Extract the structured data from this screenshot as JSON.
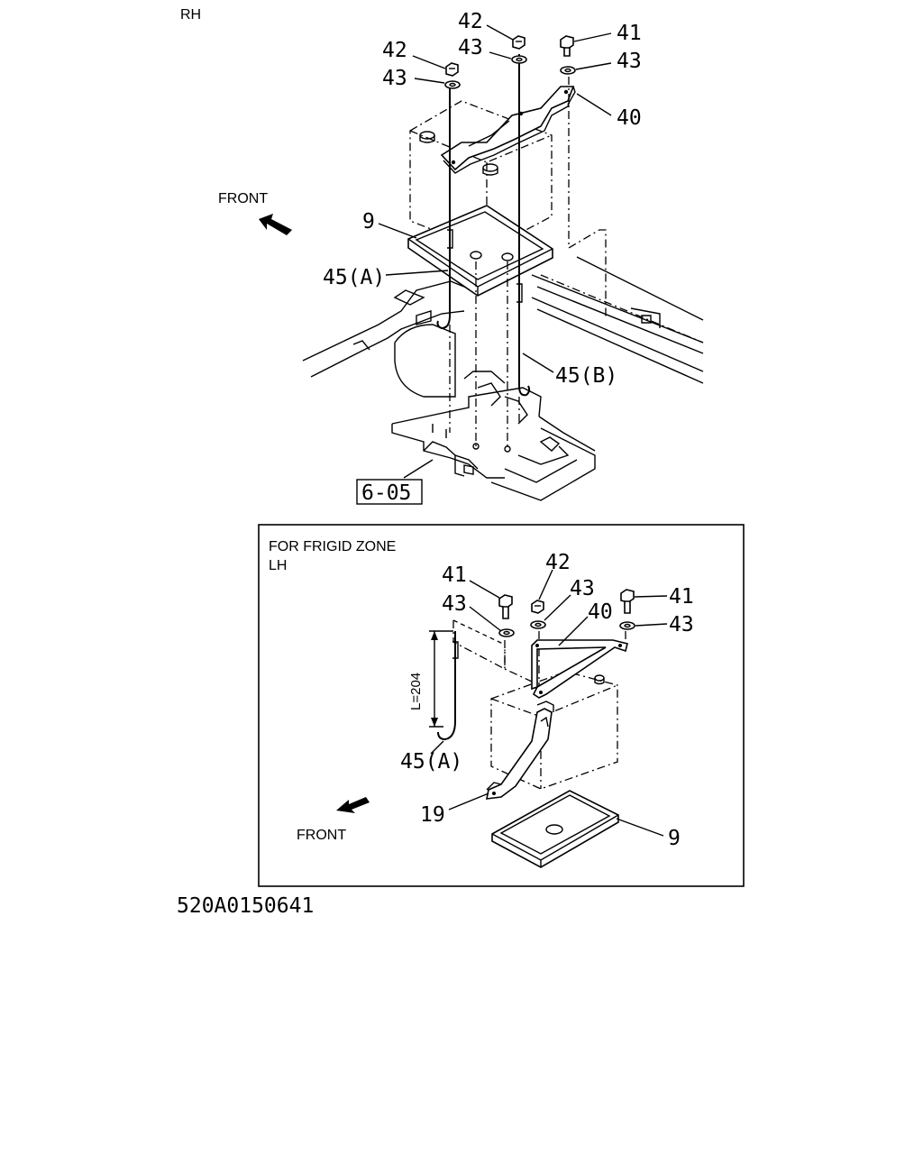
{
  "header": {
    "view_label": "RH"
  },
  "main": {
    "labels": {
      "p42a": "42",
      "p43a": "43",
      "p42b": "42",
      "p43b": "43",
      "p41": "41",
      "p43c": "43",
      "p40": "40",
      "p9": "9",
      "p45a": "45(A)",
      "p45b": "45(B)",
      "ref": "6-05"
    },
    "front_label": "FRONT"
  },
  "inset": {
    "title_line1": "FOR FRIGID ZONE",
    "title_line2": "LH",
    "labels": {
      "p41a": "41",
      "p42": "42",
      "p43a": "43",
      "p43b": "43",
      "p41b": "41",
      "p43c": "43",
      "p40": "40",
      "p45a": "45(A)",
      "p19": "19",
      "p9": "9"
    },
    "dimension": "L=204",
    "front_label": "FRONT"
  },
  "footer": {
    "figure_id": "520A0150641"
  }
}
